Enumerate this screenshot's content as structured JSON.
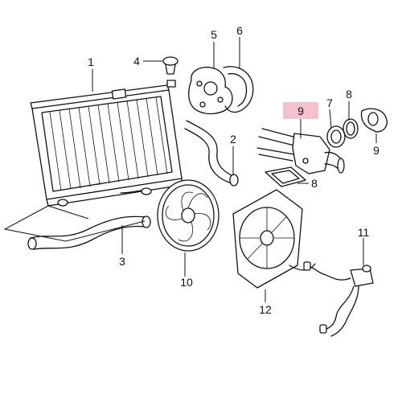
{
  "callouts": {
    "c1": "1",
    "c2": "2",
    "c3": "3",
    "c4": "4",
    "c5": "5",
    "c6": "6",
    "c7": "7",
    "c8a": "8",
    "c8b": "8",
    "c9a": "9",
    "c9b": "9",
    "c10": "10",
    "c11": "11",
    "c12": "12"
  },
  "colors": {
    "highlight": "#f4b6c6",
    "line": "#111111"
  }
}
